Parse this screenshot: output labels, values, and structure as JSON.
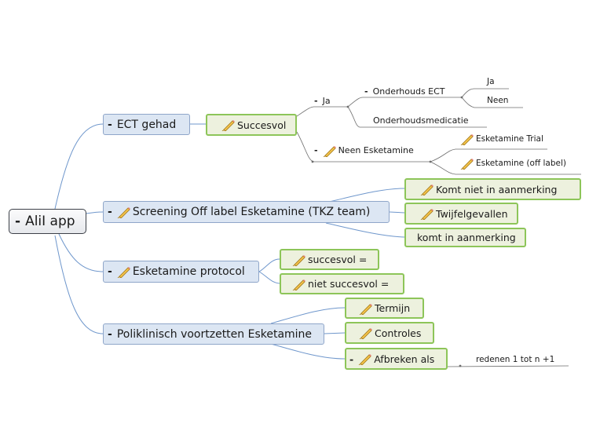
{
  "root": {
    "label": "AliI app"
  },
  "branches": {
    "ect": {
      "label": "ECT gehad",
      "succesvol": {
        "label": "Succesvol"
      },
      "ja": {
        "label": "Ja"
      },
      "onderhouds_ect": {
        "label": "Onderhouds ECT"
      },
      "ja2": {
        "label": "Ja"
      },
      "neen": {
        "label": "Neen"
      },
      "onderhoudsmedicatie": {
        "label": "Onderhoudsmedicatie"
      },
      "neen_esketamine": {
        "label": "Neen Esketamine"
      },
      "trial": {
        "label": "Esketamine Trial"
      },
      "off_label": {
        "label": "Esketamine (off label)"
      }
    },
    "screening": {
      "label": "Screening Off label Esketamine (TKZ team)",
      "komt_niet": {
        "label": "Komt niet in aanmerking"
      },
      "twijfel": {
        "label": "Twijfelgevallen"
      },
      "komt": {
        "label": "komt in aanmerking"
      }
    },
    "protocol": {
      "label": "Esketamine protocol",
      "succesvol": {
        "label": "succesvol ="
      },
      "niet_succesvol": {
        "label": "niet succesvol ="
      }
    },
    "poli": {
      "label": "Poliklinisch voortzetten Esketamine",
      "termijn": {
        "label": "Termijn"
      },
      "controles": {
        "label": "Controles"
      },
      "afbreken": {
        "label": "Afbreken als"
      },
      "redenen": {
        "label": "redenen 1 tot n +1"
      }
    }
  },
  "colors": {
    "connector": "#6f97cc",
    "gray_connector": "#6d6d6d",
    "blue_fill": "#dce6f3",
    "green_border": "#8dc559",
    "green_fill": "#edf1de"
  },
  "icons": {
    "pencil": "pencil-icon",
    "collapse": "collapse-toggle"
  }
}
